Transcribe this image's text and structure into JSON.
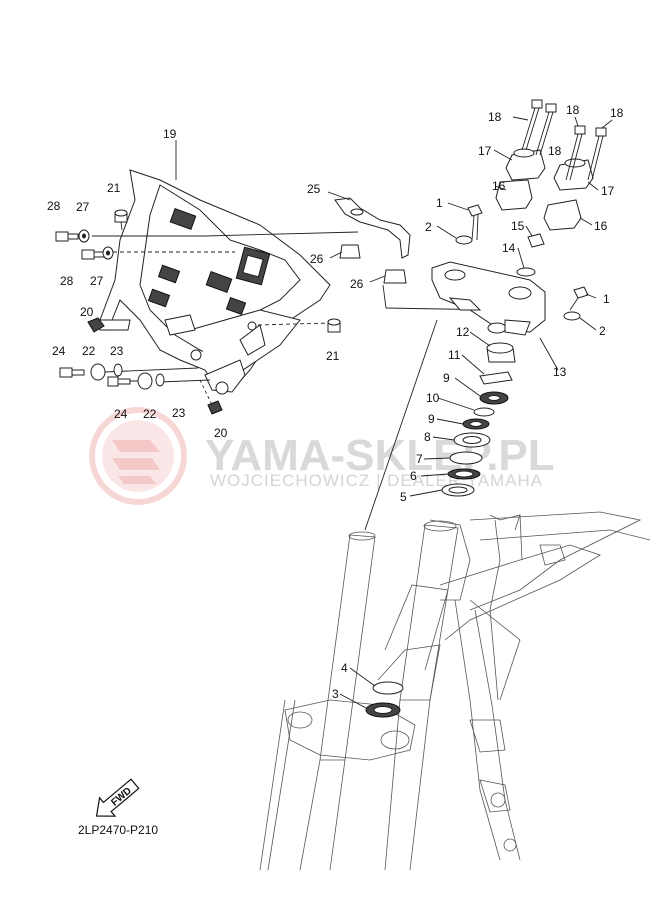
{
  "watermark": {
    "title": "YAMA-SKLEP.PL",
    "subtitle": "WOJCIECHOWICZ | DEALER YAMAHA"
  },
  "diagram_code": "2LP2470-P210",
  "fwd_label": "FWD",
  "callouts": [
    "1",
    "1",
    "2",
    "2",
    "3",
    "4",
    "5",
    "6",
    "7",
    "8",
    "9",
    "9",
    "10",
    "11",
    "12",
    "13",
    "14",
    "15",
    "16",
    "16",
    "17",
    "17",
    "18",
    "18",
    "18",
    "18",
    "19",
    "20",
    "20",
    "21",
    "21",
    "22",
    "22",
    "23",
    "23",
    "24",
    "24",
    "25",
    "26",
    "26",
    "27",
    "27",
    "28",
    "28"
  ]
}
